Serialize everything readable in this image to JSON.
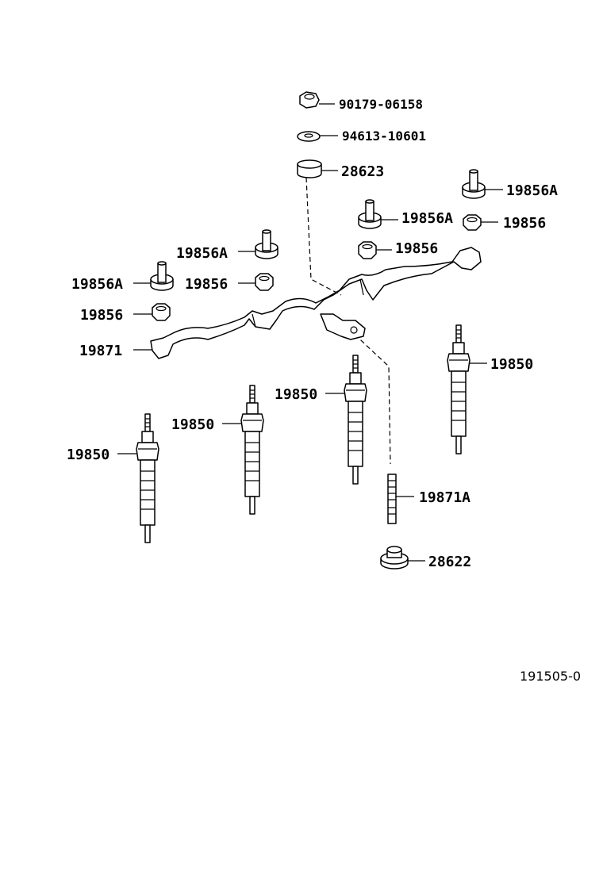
{
  "labels": {
    "nut_top": "90179-06158",
    "washer_top": "94613-10601",
    "spacer_top": "28623",
    "terminal_a_1": "19856A",
    "terminal_a_2": "19856A",
    "terminal_a_3": "19856A",
    "terminal_a_4": "19856A",
    "nut_1": "19856",
    "nut_2": "19856",
    "nut_3": "19856",
    "nut_4": "19856",
    "connector": "19871",
    "plug_1": "19850",
    "plug_2": "19850",
    "plug_3": "19850",
    "plug_4": "19850",
    "stud": "19871A",
    "spacer_bottom": "28622"
  },
  "illustration_code": "191505-0"
}
